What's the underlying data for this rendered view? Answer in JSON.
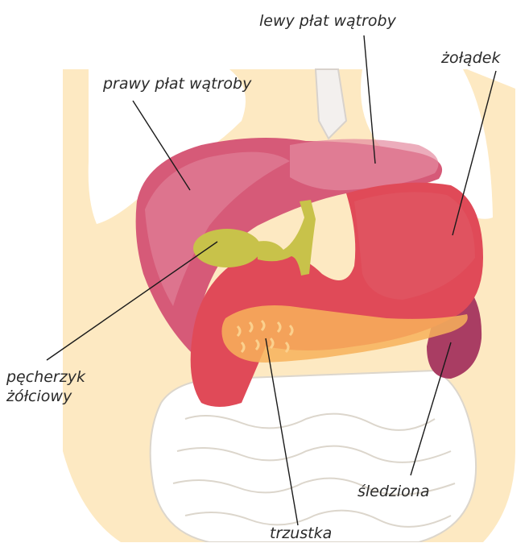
{
  "labels": {
    "right_lobe": "prawy płat wątroby",
    "left_lobe": "lewy płat wątroby",
    "stomach": "żołądek",
    "gallbladder_line1": "pęcherzyk",
    "gallbladder_line2": "żółciowy",
    "spleen": "śledziona",
    "pancreas": "trzustka"
  },
  "colors": {
    "body": "#fde9c2",
    "liver": "#d65a78",
    "liver_light": "#e48aa0",
    "stomach": "#e04a58",
    "gallbladder": "#c8c24a",
    "pancreas": "#f7b25a",
    "spleen": "#a93d63",
    "intestine": "#ffffff",
    "outline": "#e8e3db"
  }
}
